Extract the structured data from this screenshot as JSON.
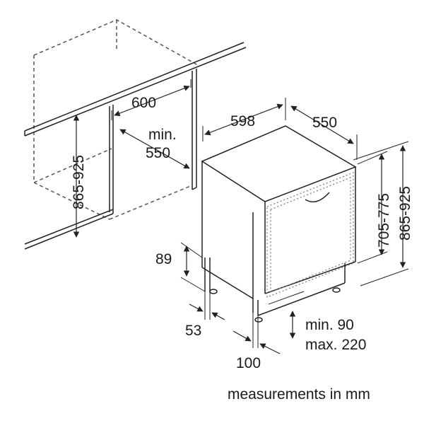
{
  "diagram": {
    "labels": {
      "niche_width": "600",
      "niche_depth_min": "min.",
      "niche_depth_value": "550",
      "niche_height": "865-925",
      "appliance_width": "598",
      "appliance_depth": "550",
      "appliance_height": "705-775",
      "overall_height": "865-925",
      "plinth_height": "89",
      "foot_offset": "53",
      "bottom_offset": "100",
      "plinth_min": "min. 90",
      "plinth_max": "max. 220"
    },
    "footer": "measurements in mm"
  }
}
